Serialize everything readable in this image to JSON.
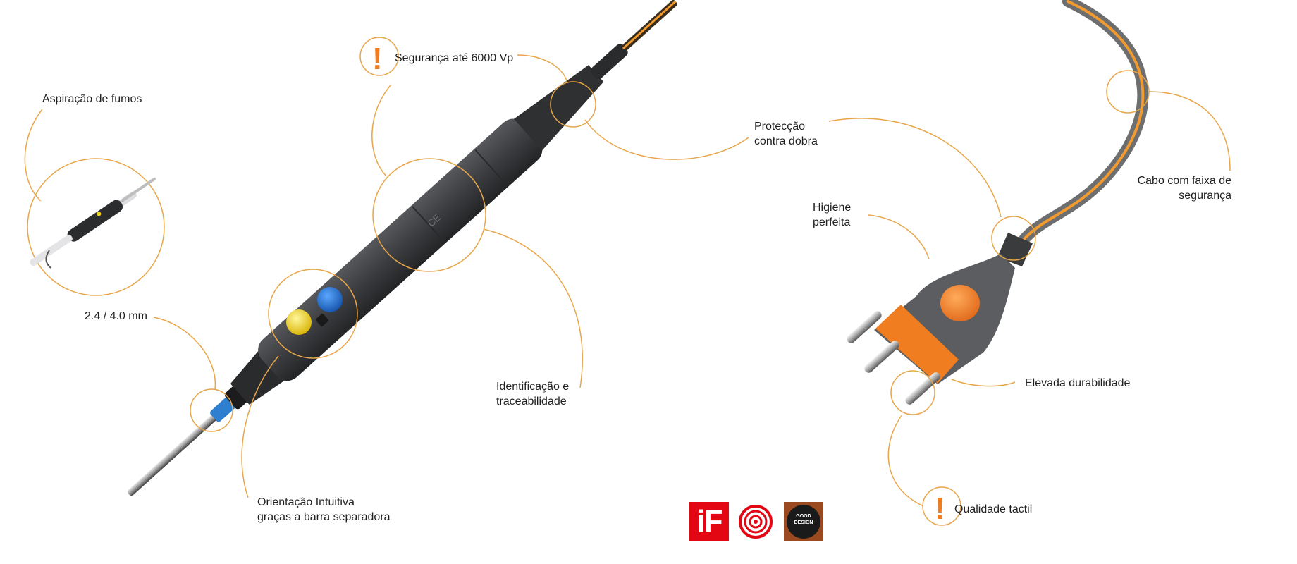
{
  "labels": {
    "aspiracao": "Aspiração de fumos",
    "diametro": "2.4 / 4.0 mm",
    "orientacao_l1": "Orientação Intuitiva",
    "orientacao_l2": "graças a barra separadora",
    "seguranca": "Segurança até 6000 Vp",
    "identificacao_l1": "Identificação e",
    "identificacao_l2": "traceabilidade",
    "proteccao_l1": "Protecção",
    "proteccao_l2": "contra dobra",
    "higiene_l1": "Higiene",
    "higiene_l2": "perfeita",
    "cabo_l1": "Cabo com faixa de",
    "cabo_l2": "segurança",
    "durabilidade": "Elevada durabilidade",
    "qualidade": "Qualidade tactil"
  },
  "logos": {
    "if_text": "iF",
    "good_design_text": "GOOD DESIGN"
  },
  "colors": {
    "callout": "#e8a64a",
    "accent_orange": "#f07d20",
    "handle": "#3a3b3d",
    "button_blue": "#1f6fc6",
    "button_yellow": "#f2d31b",
    "cable_orange": "#f29a2e",
    "cable_grey": "#6d6e70"
  },
  "icons": [
    "warning-icon",
    "if-design-award-logo",
    "red-dot-award-logo",
    "good-design-logo"
  ]
}
